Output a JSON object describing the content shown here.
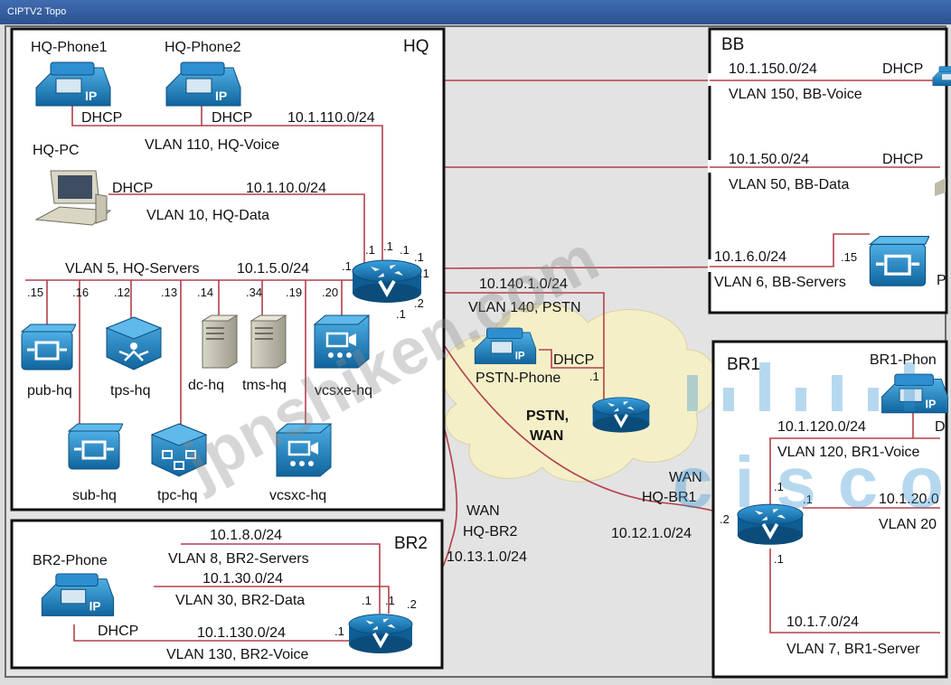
{
  "window": {
    "title": "CIPTV2 Topo"
  },
  "colors": {
    "link": "#b2404a",
    "device": "#1b86c8",
    "box_border": "#111111",
    "cloud": "#f5efc8",
    "canvas": "#dcdcdc"
  },
  "watermark": {
    "site": "jpnshiken.com",
    "logo": "cisco"
  },
  "sites": {
    "hq": {
      "name": "HQ",
      "phone1": "HQ-Phone1",
      "phone2": "HQ-Phone2",
      "pc": "HQ-PC",
      "dhcp": "DHCP",
      "voice_net": "10.1.110.0/24",
      "voice_vlan": "VLAN 110, HQ-Voice",
      "data_net": "10.1.10.0/24",
      "data_vlan": "VLAN 10, HQ-Data",
      "servers_vlan": "VLAN 5, HQ-Servers",
      "servers_net": "10.1.5.0/24",
      "servers": [
        {
          "name": "pub-hq",
          "ip": ".15",
          "icon": "call-manager-icon"
        },
        {
          "name": "",
          "ip": ".16",
          "icon": "call-manager-icon"
        },
        {
          "name": "tps-hq",
          "ip": ".12",
          "icon": "telepresence-server-icon"
        },
        {
          "name": "",
          "ip": ".13",
          "icon": "telepresence-conductor-icon"
        },
        {
          "name": "dc-hq",
          "ip": ".14",
          "icon": "server-icon"
        },
        {
          "name": "tms-hq",
          "ip": ".34",
          "icon": "server-icon"
        },
        {
          "name": "",
          "ip": ".19",
          "icon": "expressway-icon"
        },
        {
          "name": "vcsxe-hq",
          "ip": ".20",
          "icon": "expressway-icon"
        },
        {
          "name": "sub-hq",
          "ip": "",
          "icon": "call-manager-icon"
        },
        {
          "name": "tpc-hq",
          "ip": "",
          "icon": "telepresence-conductor-icon"
        },
        {
          "name": "vcsxc-hq",
          "ip": "",
          "icon": "expressway-icon"
        }
      ],
      "router_ips": [
        ".1",
        ".1",
        ".1",
        ".1",
        ".1",
        ".1",
        ".2",
        ".1"
      ]
    },
    "bb": {
      "name": "BB",
      "voice_net": "10.1.150.0/24",
      "voice_vlan": "VLAN 150, BB-Voice",
      "data_net": "10.1.50.0/24",
      "data_vlan": "VLAN 50, BB-Data",
      "servers_net": "10.1.6.0/24",
      "servers_vlan": "VLAN 6, BB-Servers",
      "dhcp": "DHCP",
      "server_ip": ".15",
      "cut_label": "P"
    },
    "br1": {
      "name": "BR1",
      "phone": "BR1-Phon",
      "dhcp_cut": "D",
      "voice_net": "10.1.120.0/24",
      "voice_vlan": "VLAN 120, BR1-Voice",
      "data_net_cut": "10.1.20.0",
      "data_vlan_cut": "VLAN 20",
      "servers_net": "10.1.7.0/24",
      "servers_vlan": "VLAN 7, BR1-Server",
      "router_ips": [
        ".2",
        ".1",
        ".1",
        ".1"
      ]
    },
    "br2": {
      "name": "BR2",
      "phone": "BR2-Phone",
      "dhcp": "DHCP",
      "servers_net": "10.1.8.0/24",
      "servers_vlan": "VLAN 8, BR2-Servers",
      "data_net": "10.1.30.0/24",
      "data_vlan": "VLAN 30, BR2-Data",
      "voice_net": "10.1.130.0/24",
      "voice_vlan": "VLAN 130, BR2-Voice",
      "router_ips": [
        ".1",
        ".1",
        ".1",
        ".2"
      ]
    }
  },
  "pstn": {
    "net": "10.140.1.0/24",
    "vlan": "VLAN 140, PSTN",
    "phone": "PSTN-Phone",
    "dhcp": "DHCP",
    "cloud_line1": "PSTN,",
    "cloud_line2": "WAN",
    "router_ip": ".1"
  },
  "wan": {
    "br1_l1": "WAN",
    "br1_l2": "HQ-BR1",
    "br1_net": "10.12.1.0/24",
    "br2_l1": "WAN",
    "br2_l2": "HQ-BR2",
    "br2_net": "10.13.1.0/24"
  }
}
